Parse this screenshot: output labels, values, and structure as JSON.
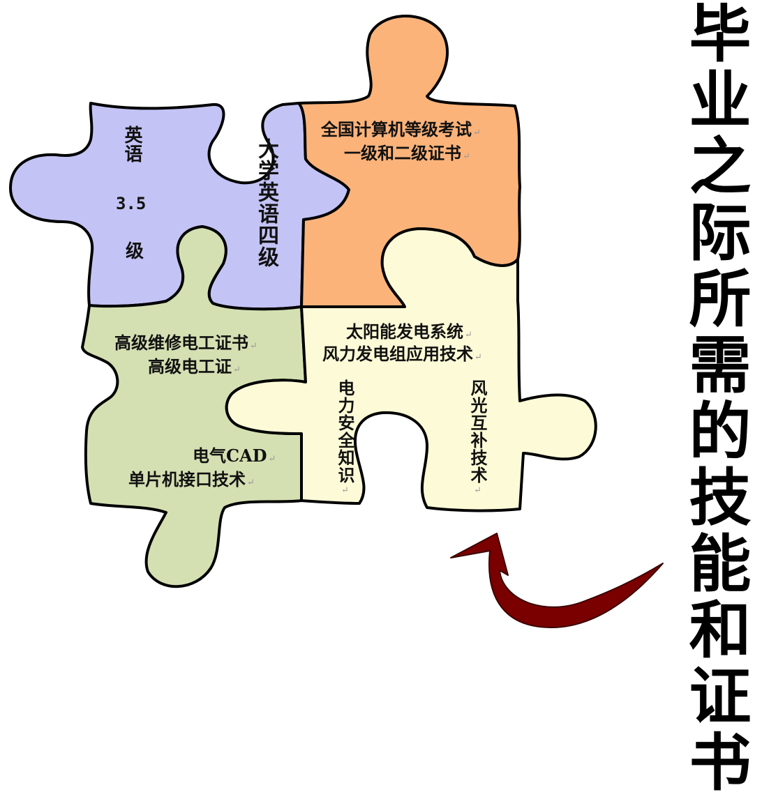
{
  "title": "毕业之际所需的技能和证书",
  "colors": {
    "purple_piece": "#c4c3f5",
    "orange_piece": "#fbb37a",
    "green_piece": "#d4e0b2",
    "yellow_piece": "#fdfbd7",
    "outline": "#000000",
    "arrow": "#7a0000"
  },
  "icons": {
    "return_marker": "↵"
  },
  "pieces": {
    "english": {
      "english_label": "英语",
      "english_level": "3.5",
      "english_level_suffix": "级",
      "cet4": "大学英语四级"
    },
    "computer": {
      "line1": "全国计算机等级考试",
      "line2": "一级和二级证书"
    },
    "electrical": {
      "line1": "高级维修电工证书",
      "line2": "高级电工证",
      "line3": "电气CAD",
      "line4": "单片机接口技术"
    },
    "energy": {
      "line1": "太阳能发电系统",
      "line2": "风力发电组应用技术",
      "safety": "电力安全知识",
      "hybrid": "风光互补技术"
    }
  }
}
